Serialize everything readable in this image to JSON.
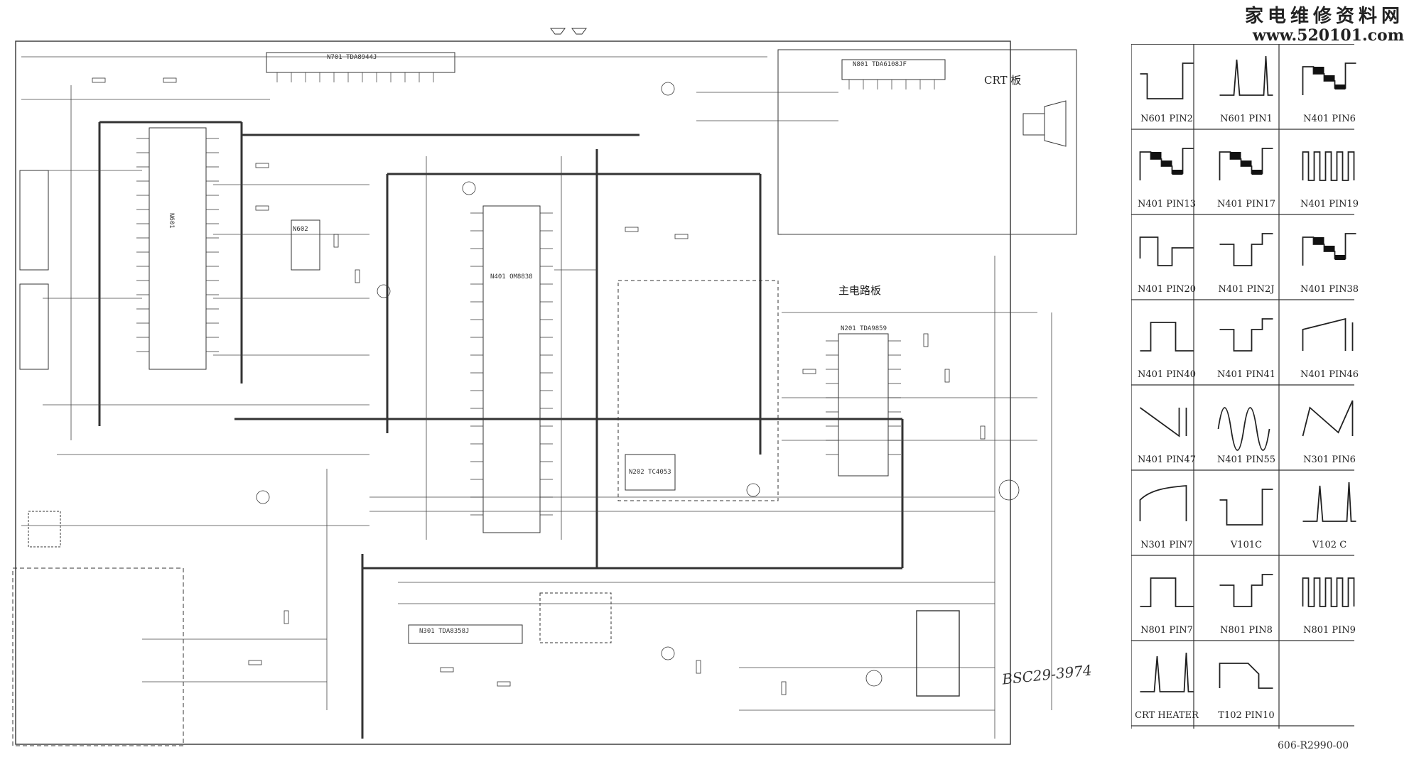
{
  "header": {
    "site_name": "家电维修资料网",
    "site_url": "www.520101.com"
  },
  "schematic": {
    "board_crt": "CRT 板",
    "board_main": "主电路板",
    "document_code": "606-R2990-00",
    "handwritten_note": "BSC29-3974",
    "ic_labels": [
      "N701 TDA8944J",
      "N801 TDA6108JF",
      "N601",
      "N401 OM8838",
      "N201 TDA9859",
      "N301 TDA8358J",
      "N202 TC4053",
      "N602"
    ]
  },
  "waveforms": {
    "cells": [
      {
        "label": "N601 PIN2",
        "shape": "pulse-low"
      },
      {
        "label": "N601 PIN1",
        "shape": "spike"
      },
      {
        "label": "N401 PIN6",
        "shape": "staircase"
      },
      {
        "label": "N401 PIN13",
        "shape": "staircase"
      },
      {
        "label": "N401 PIN17",
        "shape": "staircase"
      },
      {
        "label": "N401 PIN19",
        "shape": "pulse-train"
      },
      {
        "label": "N401 PIN20",
        "shape": "step"
      },
      {
        "label": "N401 PIN2J",
        "shape": "notch"
      },
      {
        "label": "N401 PIN38",
        "shape": "staircase"
      },
      {
        "label": "N401 PIN40",
        "shape": "pulse-high"
      },
      {
        "label": "N401 PIN41",
        "shape": "notch"
      },
      {
        "label": "N401 PIN46",
        "shape": "ramp-up"
      },
      {
        "label": "N401 PIN47",
        "shape": "sawtooth"
      },
      {
        "label": "N401 PIN55",
        "shape": "sine"
      },
      {
        "label": "N301 PIN6",
        "shape": "sawtooth-rev"
      },
      {
        "label": "N301 PIN7",
        "shape": "exp-rise"
      },
      {
        "label": "V101C",
        "shape": "pulse-low"
      },
      {
        "label": "V102 C",
        "shape": "spike"
      },
      {
        "label": "N801 PIN7",
        "shape": "pulse-high"
      },
      {
        "label": "N801 PIN8",
        "shape": "notch"
      },
      {
        "label": "N801 PIN9",
        "shape": "pulse-train"
      },
      {
        "label": "CRT HEATER",
        "shape": "spike"
      },
      {
        "label": "T102 PIN10",
        "shape": "trapezoid"
      }
    ]
  }
}
